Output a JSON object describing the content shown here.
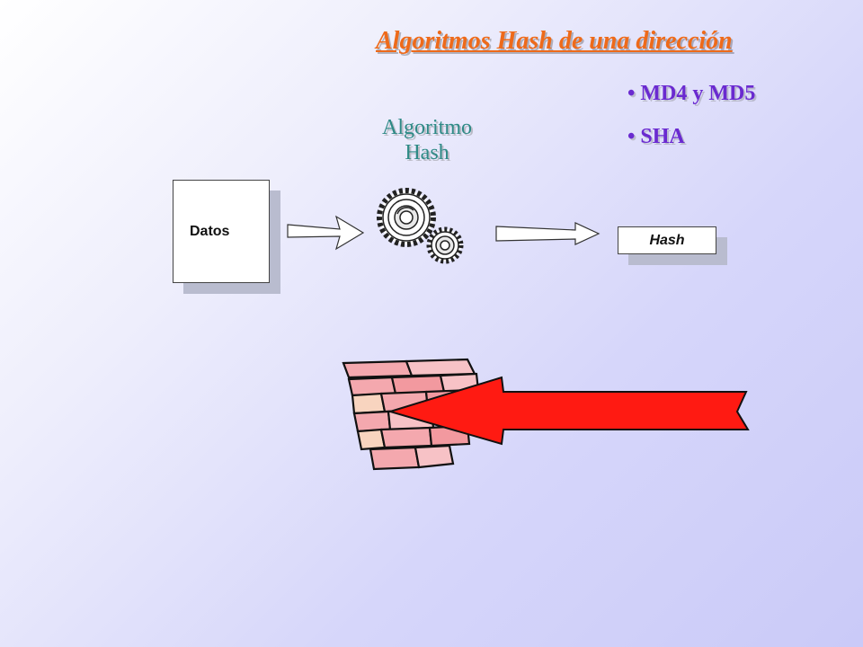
{
  "slide": {
    "title": "Algoritmos Hash de una dirección",
    "bullets": [
      {
        "dot": "•",
        "text": "MD4 y MD5"
      },
      {
        "dot": "•",
        "text": "SHA"
      }
    ],
    "algorithm_label_line1": "Algoritmo",
    "algorithm_label_line2": "Hash",
    "input_box_label": "Datos",
    "output_box_label": "Hash"
  },
  "icons": [
    "gears-icon",
    "brick-wall-icon",
    "red-arrow-icon",
    "arrow-right-icon"
  ],
  "colors": {
    "title": "#ee6a1a",
    "bullets": "#6a2ad0",
    "algorithm_label": "#2e8a86",
    "red_arrow": "#ff1a12",
    "bricks": "#f4a8ae",
    "background_start": "#ffffff",
    "background_end": "#cacaf8"
  }
}
